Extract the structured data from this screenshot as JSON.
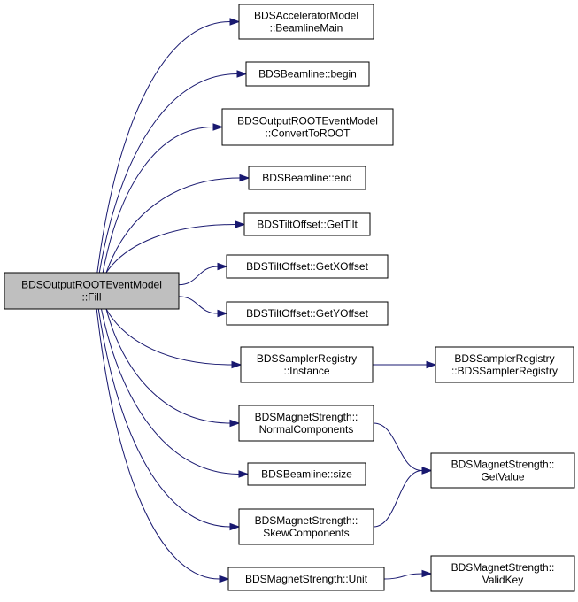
{
  "graph": {
    "root": {
      "id": "fill",
      "lines": [
        "BDSOutputROOTEventModel",
        "::Fill"
      ]
    },
    "nodes": [
      {
        "id": "beamlinemain",
        "lines": [
          "BDSAcceleratorModel",
          "::BeamlineMain"
        ]
      },
      {
        "id": "begin",
        "lines": [
          "BDSBeamline::begin"
        ]
      },
      {
        "id": "converttoroot",
        "lines": [
          "BDSOutputROOTEventModel",
          "::ConvertToROOT"
        ]
      },
      {
        "id": "end",
        "lines": [
          "BDSBeamline::end"
        ]
      },
      {
        "id": "gettilt",
        "lines": [
          "BDSTiltOffset::GetTilt"
        ]
      },
      {
        "id": "getxoffset",
        "lines": [
          "BDSTiltOffset::GetXOffset"
        ]
      },
      {
        "id": "getyoffset",
        "lines": [
          "BDSTiltOffset::GetYOffset"
        ]
      },
      {
        "id": "instance",
        "lines": [
          "BDSSamplerRegistry",
          "::Instance"
        ]
      },
      {
        "id": "normalcomponents",
        "lines": [
          "BDSMagnetStrength::",
          "NormalComponents"
        ]
      },
      {
        "id": "size",
        "lines": [
          "BDSBeamline::size"
        ]
      },
      {
        "id": "skewcomponents",
        "lines": [
          "BDSMagnetStrength::",
          "SkewComponents"
        ]
      },
      {
        "id": "unit",
        "lines": [
          "BDSMagnetStrength::Unit"
        ]
      },
      {
        "id": "bdssamplerregistry",
        "lines": [
          "BDSSamplerRegistry",
          "::BDSSamplerRegistry"
        ]
      },
      {
        "id": "getvalue",
        "lines": [
          "BDSMagnetStrength::",
          "GetValue"
        ]
      },
      {
        "id": "validkey",
        "lines": [
          "BDSMagnetStrength::",
          "ValidKey"
        ]
      }
    ],
    "edges": [
      {
        "from": "fill",
        "to": "beamlinemain"
      },
      {
        "from": "fill",
        "to": "begin"
      },
      {
        "from": "fill",
        "to": "converttoroot"
      },
      {
        "from": "fill",
        "to": "end"
      },
      {
        "from": "fill",
        "to": "gettilt"
      },
      {
        "from": "fill",
        "to": "getxoffset"
      },
      {
        "from": "fill",
        "to": "getyoffset"
      },
      {
        "from": "fill",
        "to": "instance"
      },
      {
        "from": "fill",
        "to": "normalcomponents"
      },
      {
        "from": "fill",
        "to": "size"
      },
      {
        "from": "fill",
        "to": "skewcomponents"
      },
      {
        "from": "fill",
        "to": "unit"
      },
      {
        "from": "instance",
        "to": "bdssamplerregistry"
      },
      {
        "from": "normalcomponents",
        "to": "getvalue"
      },
      {
        "from": "skewcomponents",
        "to": "getvalue"
      },
      {
        "from": "unit",
        "to": "validkey"
      }
    ],
    "colors": {
      "root_fill": "#bfbfbf",
      "node_fill": "#ffffff",
      "edge": "#191970",
      "border": "#000000"
    }
  }
}
